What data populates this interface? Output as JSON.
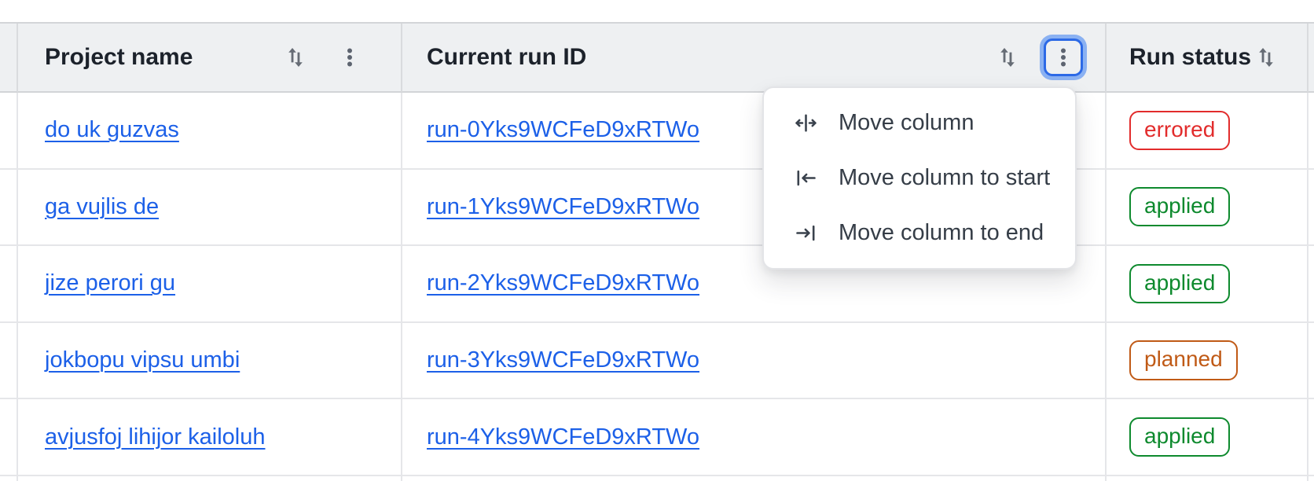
{
  "table": {
    "header": {
      "project": "Project name",
      "run_id": "Current run ID",
      "status": "Run status"
    },
    "rows": [
      {
        "project": "do uk guzvas",
        "run_id": "run-0Yks9WCFeD9xRTWo",
        "status": "errored"
      },
      {
        "project": "ga vujlis de",
        "run_id": "run-1Yks9WCFeD9xRTWo",
        "status": "applied"
      },
      {
        "project": "jize perori gu",
        "run_id": "run-2Yks9WCFeD9xRTWo",
        "status": "applied"
      },
      {
        "project": "jokbopu vipsu umbi",
        "run_id": "run-3Yks9WCFeD9xRTWo",
        "status": "planned"
      },
      {
        "project": "avjusfoj lihijor kailoluh",
        "run_id": "run-4Yks9WCFeD9xRTWo",
        "status": "applied"
      }
    ]
  },
  "column_menu": {
    "items": [
      {
        "label": "Move column",
        "icon": "move-column-icon"
      },
      {
        "label": "Move column to start",
        "icon": "move-column-to-start-icon"
      },
      {
        "label": "Move column to end",
        "icon": "move-column-to-end-icon"
      }
    ]
  },
  "icons": {
    "sort": "sort-arrows-icon",
    "kebab": "kebab-menu-icon"
  },
  "colors": {
    "link": "#1c60e8",
    "status_errored": "#e22c2c",
    "status_applied": "#0e8a2e",
    "status_planned": "#c05a16",
    "header_bg": "#eef0f2",
    "focus_ring": "#2c69e6",
    "focus_halo": "#8ab1f2"
  }
}
